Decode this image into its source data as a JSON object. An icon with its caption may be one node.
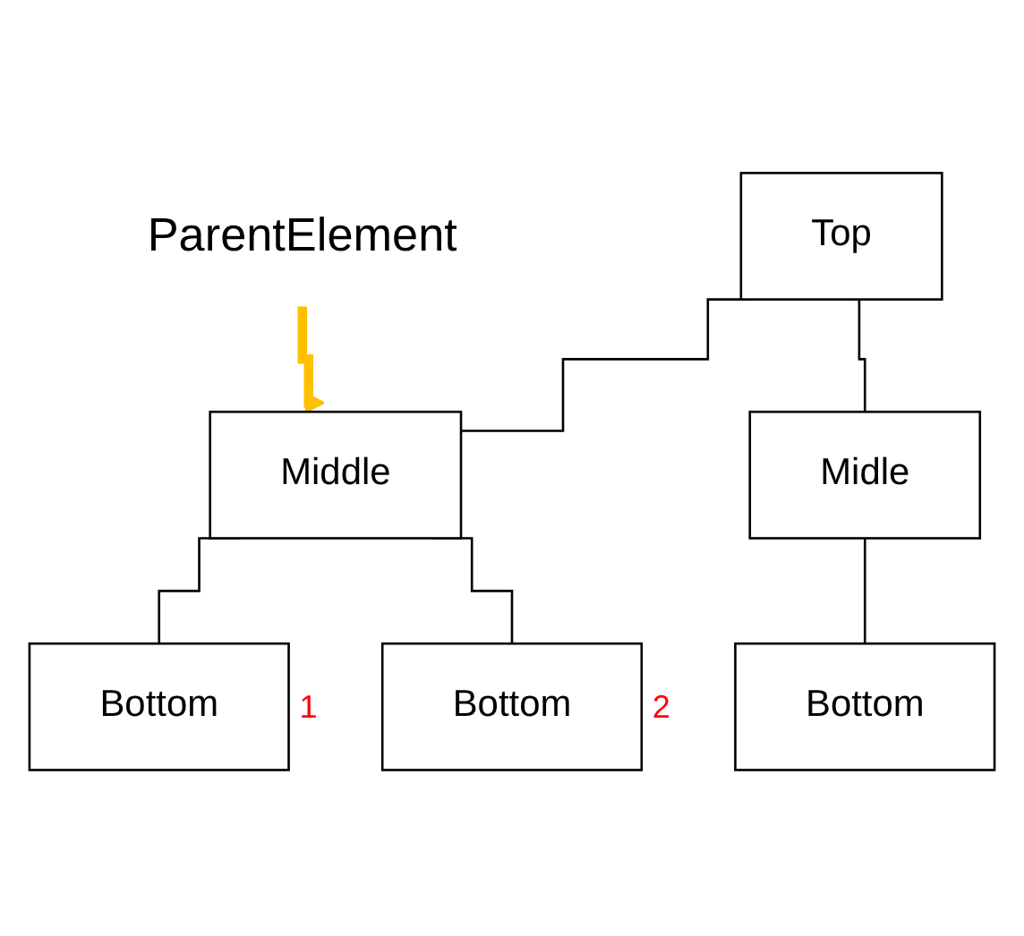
{
  "diagram": {
    "nodes": [
      {
        "text": [
          "Top"
        ]
      },
      {
        "text": [
          "Middle"
        ]
      },
      {
        "text": [
          "Bottom"
        ],
        "beside": [
          "1"
        ]
      },
      {
        "text": [
          "Bottom"
        ],
        "beside": [
          "2"
        ]
      },
      {
        "text": [
          "Midle"
        ]
      },
      {
        "text": [
          "Bottom"
        ]
      },
      {
        "text": [
          "ParentElement"
        ]
      }
    ],
    "edges": [
      {
        "from": 0,
        "to": 1,
        "arrow": "none"
      },
      {
        "from": 1,
        "to": 2,
        "arrow": "none"
      },
      {
        "from": 1,
        "to": 3,
        "arrow": "none"
      },
      {
        "from": 0,
        "to": 4,
        "arrow": "none"
      },
      {
        "from": 4,
        "to": 5,
        "arrow": "none"
      },
      {
        "from": 6,
        "to": 1,
        "arrow": "to",
        "style": "thick",
        "color": "#ffc000"
      }
    ]
  }
}
